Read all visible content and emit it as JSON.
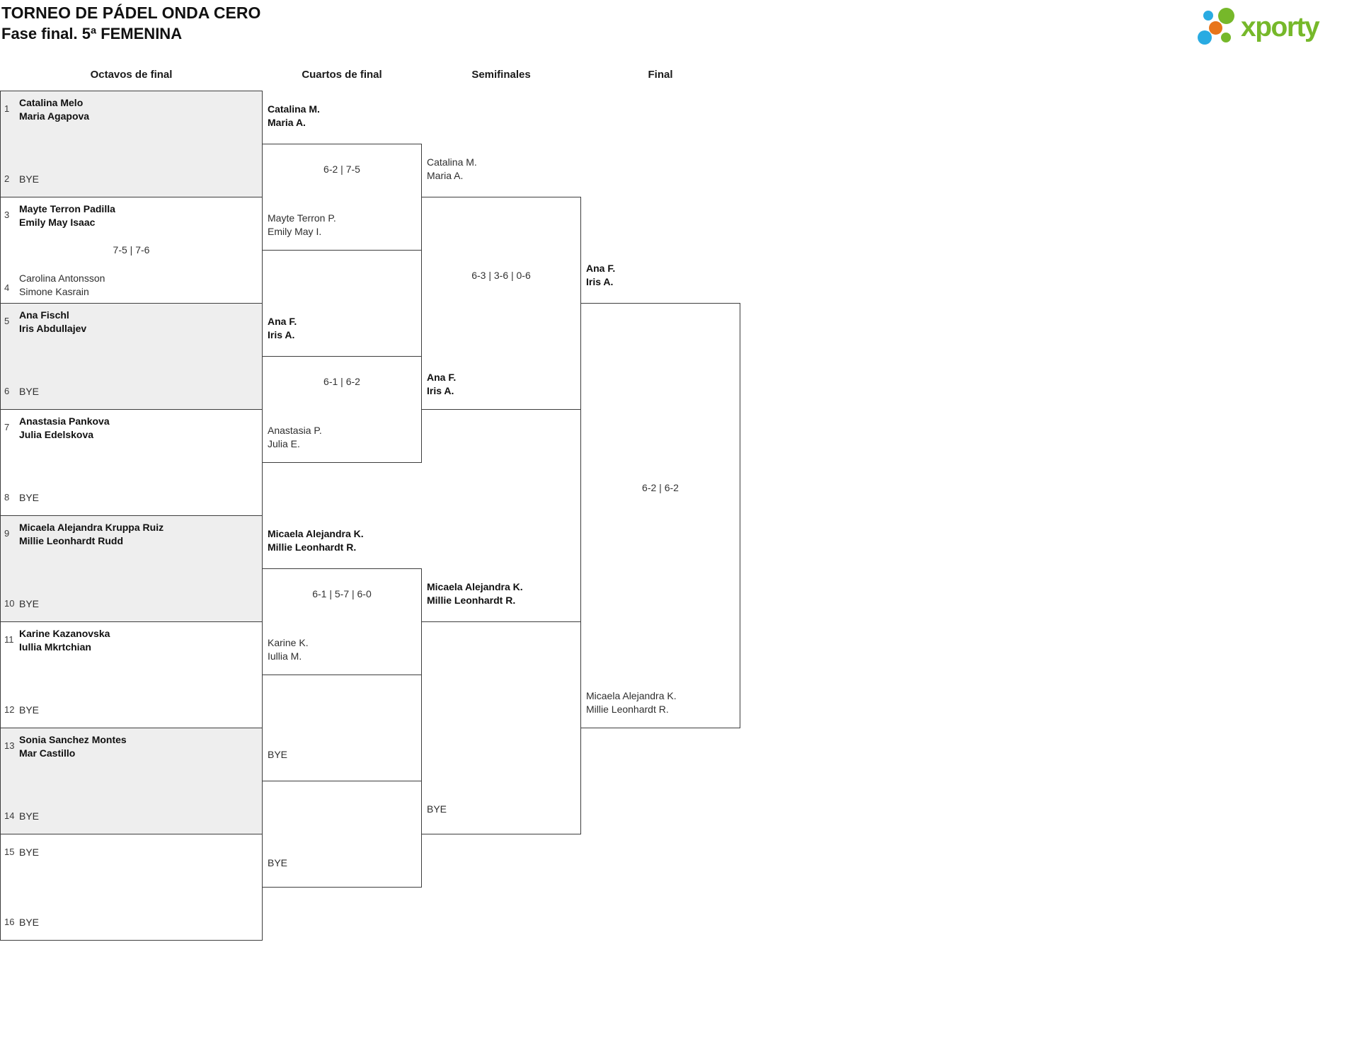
{
  "header": {
    "title": "TORNEO DE PÁDEL ONDA CERO",
    "subtitle": "Fase final. 5ª FEMENINA"
  },
  "logo": {
    "text": "xporty",
    "green": "#76b82a",
    "blue": "#29abe2",
    "orange": "#e8751a"
  },
  "columns": [
    {
      "label": "Octavos de final"
    },
    {
      "label": "Cuartos de final"
    },
    {
      "label": "Semifinales"
    },
    {
      "label": "Final"
    }
  ],
  "r16": [
    {
      "shaded": true,
      "score": "",
      "top": {
        "seed": "1",
        "bold": true,
        "lines": [
          "Catalina Melo",
          "Maria Agapova"
        ]
      },
      "bottom": {
        "seed": "2",
        "bold": false,
        "lines": [
          "BYE"
        ]
      }
    },
    {
      "shaded": false,
      "score": "7-5 | 7-6",
      "top": {
        "seed": "3",
        "bold": true,
        "lines": [
          "Mayte Terron Padilla",
          "Emily May Isaac"
        ]
      },
      "bottom": {
        "seed": "4",
        "bold": false,
        "lines": [
          "Carolina Antonsson",
          "Simone Kasrain"
        ]
      }
    },
    {
      "shaded": true,
      "score": "",
      "top": {
        "seed": "5",
        "bold": true,
        "lines": [
          "Ana Fischl",
          "Iris Abdullajev"
        ]
      },
      "bottom": {
        "seed": "6",
        "bold": false,
        "lines": [
          "BYE"
        ]
      }
    },
    {
      "shaded": false,
      "score": "",
      "top": {
        "seed": "7",
        "bold": true,
        "lines": [
          "Anastasia Pankova",
          "Julia Edelskova"
        ]
      },
      "bottom": {
        "seed": "8",
        "bold": false,
        "lines": [
          "BYE"
        ]
      }
    },
    {
      "shaded": true,
      "score": "",
      "top": {
        "seed": "9",
        "bold": true,
        "lines": [
          "Micaela Alejandra Kruppa Ruiz",
          "Millie Leonhardt Rudd"
        ]
      },
      "bottom": {
        "seed": "10",
        "bold": false,
        "lines": [
          "BYE"
        ]
      }
    },
    {
      "shaded": false,
      "score": "",
      "top": {
        "seed": "11",
        "bold": true,
        "lines": [
          "Karine Kazanovska",
          "Iullia Mkrtchian"
        ]
      },
      "bottom": {
        "seed": "12",
        "bold": false,
        "lines": [
          "BYE"
        ]
      }
    },
    {
      "shaded": true,
      "score": "",
      "top": {
        "seed": "13",
        "bold": true,
        "lines": [
          "Sonia Sanchez Montes",
          "Mar Castillo"
        ]
      },
      "bottom": {
        "seed": "14",
        "bold": false,
        "lines": [
          "BYE"
        ]
      }
    },
    {
      "shaded": false,
      "score": "",
      "top": {
        "seed": "15",
        "bold": false,
        "lines": [
          "BYE"
        ]
      },
      "bottom": {
        "seed": "16",
        "bold": false,
        "lines": [
          "BYE"
        ]
      }
    }
  ],
  "qf": [
    {
      "score": "6-2 | 7-5",
      "top": {
        "bold": true,
        "lines": [
          "Catalina M.",
          "Maria A."
        ]
      },
      "bottom": {
        "bold": false,
        "lines": [
          "Mayte Terron P.",
          "Emily May I."
        ]
      }
    },
    {
      "score": "6-1 | 6-2",
      "top": {
        "bold": true,
        "lines": [
          "Ana F.",
          "Iris A."
        ]
      },
      "bottom": {
        "bold": false,
        "lines": [
          "Anastasia P.",
          "Julia E."
        ]
      }
    },
    {
      "score": "6-1 | 5-7 | 6-0",
      "top": {
        "bold": true,
        "lines": [
          "Micaela Alejandra K.",
          "Millie Leonhardt R."
        ]
      },
      "bottom": {
        "bold": false,
        "lines": [
          "Karine K.",
          "Iullia M."
        ]
      }
    },
    {
      "score": "",
      "top": {
        "bold": false,
        "lines": [
          "BYE"
        ]
      },
      "bottom": {
        "bold": false,
        "lines": [
          "BYE"
        ]
      }
    }
  ],
  "sf": [
    {
      "score": "6-3 | 3-6 | 0-6",
      "top": {
        "bold": false,
        "lines": [
          "Catalina M.",
          "Maria A."
        ]
      },
      "bottom": {
        "bold": true,
        "lines": [
          "Ana F.",
          "Iris A."
        ]
      }
    },
    {
      "score": "",
      "top": {
        "bold": true,
        "lines": [
          "Micaela Alejandra K.",
          "Millie Leonhardt R."
        ]
      },
      "bottom": {
        "bold": false,
        "lines": [
          "BYE"
        ]
      }
    }
  ],
  "final": {
    "score": "6-2 | 6-2",
    "top": {
      "bold": true,
      "lines": [
        "Ana F.",
        "Iris A."
      ]
    },
    "bottom": {
      "bold": false,
      "lines": [
        "Micaela Alejandra K.",
        "Millie Leonhardt R."
      ]
    }
  }
}
